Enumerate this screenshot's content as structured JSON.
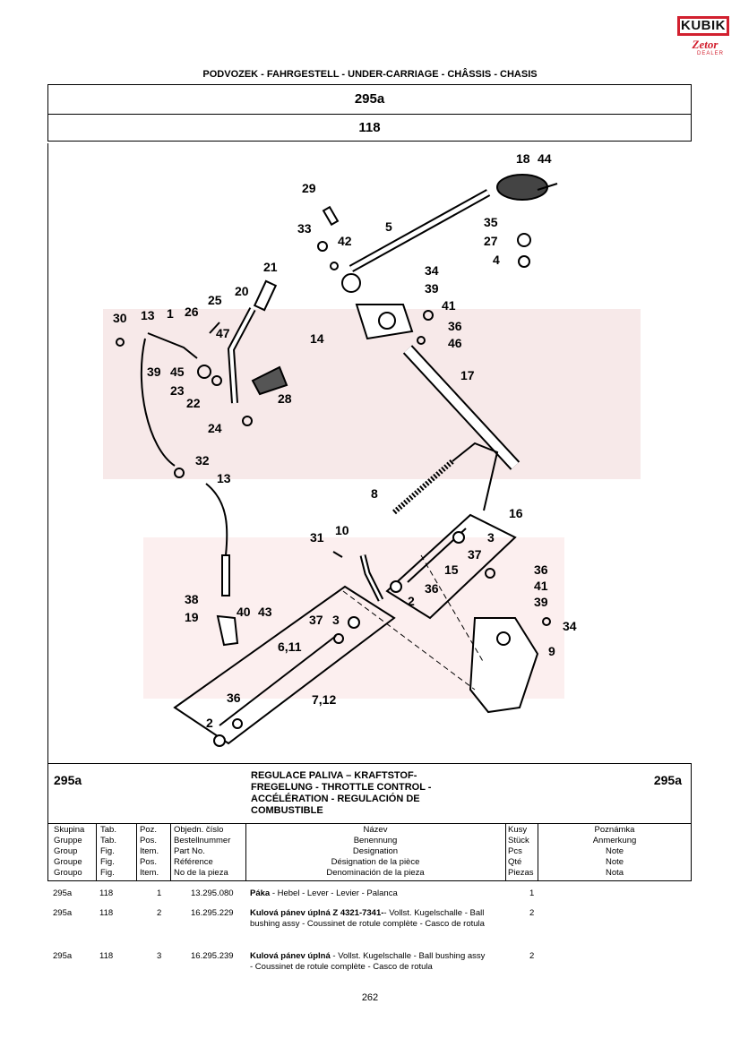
{
  "logo": {
    "brand": "KUBIK",
    "sub": "Zetor",
    "dealer": "DEALER"
  },
  "header": {
    "section": "PODVOZEK - FAHRGESTELL - UNDER-CARRIAGE - CHÂSSIS - CHASIS",
    "group": "295a",
    "figure": "118"
  },
  "callouts": [
    "18",
    "44",
    "29",
    "5",
    "33",
    "42",
    "35",
    "27",
    "4",
    "21",
    "34",
    "39",
    "41",
    "36",
    "46",
    "20",
    "25",
    "13",
    "1",
    "26",
    "47",
    "30",
    "39",
    "45",
    "23",
    "22",
    "28",
    "14",
    "17",
    "24",
    "32",
    "13",
    "8",
    "16",
    "31",
    "10",
    "3",
    "37",
    "15",
    "36",
    "2",
    "36",
    "41",
    "39",
    "38",
    "40",
    "43",
    "19",
    "37",
    "3",
    "34",
    "6,11",
    "9",
    "7,12",
    "36",
    "2"
  ],
  "description": {
    "code_left": "295a",
    "code_right": "295a",
    "title": [
      "REGULACE PALIVA – KRAFTSTOF-",
      "FREGELUNG - THROTTLE CONTROL -",
      "ACCÉLÉRATION - REGULACIÓN DE",
      "COMBUSTIBLE"
    ]
  },
  "columns": {
    "skupina": [
      "Skupina",
      "Gruppe",
      "Group",
      "Groupe",
      "Groupo"
    ],
    "tab": [
      "Tab.",
      "Tab.",
      "Fig.",
      "Fig.",
      "Fig."
    ],
    "poz": [
      "Poz.",
      "Pos.",
      "Item.",
      "Pos.",
      "Item."
    ],
    "objedn": [
      "Objedn. číslo",
      "Bestellnummer",
      "Part No.",
      "Référence",
      "No de la pieza"
    ],
    "nazev": [
      "Název",
      "Benennung",
      "Designation",
      "Désignation de la pièce",
      "Denominación de la pieza"
    ],
    "kusy": [
      "Kusy",
      "Stück",
      "Pcs",
      "Qté",
      "Piezas"
    ],
    "poznamka": [
      "Poznámka",
      "Anmerkung",
      "Note",
      "Note",
      "Nota"
    ]
  },
  "rows": [
    {
      "group": "295a",
      "tab": "118",
      "pos": "1",
      "part": "13.295.080",
      "name_bold": "Páka",
      "name_rest": " - Hebel - Lever - Levier - Palanca",
      "qty": "1"
    },
    {
      "group": "295a",
      "tab": "118",
      "pos": "2",
      "part": "16.295.229",
      "name_bold": "Kulová pánev úplná Z 4321-7341-",
      "name_rest": "- Vollst. Kugelschalle - Ball bushing assy - Coussinet de rotule complète - Casco de rotula",
      "qty": "2"
    },
    {
      "group": "295a",
      "tab": "118",
      "pos": "3",
      "part": "16.295.239",
      "name_bold": "Kulová pánev úplná",
      "name_rest": " - Vollst. Kugelschalle - Ball bushing assy - Coussinet de rotule complète - Casco de rotula",
      "qty": "2"
    }
  ],
  "page_number": "262"
}
